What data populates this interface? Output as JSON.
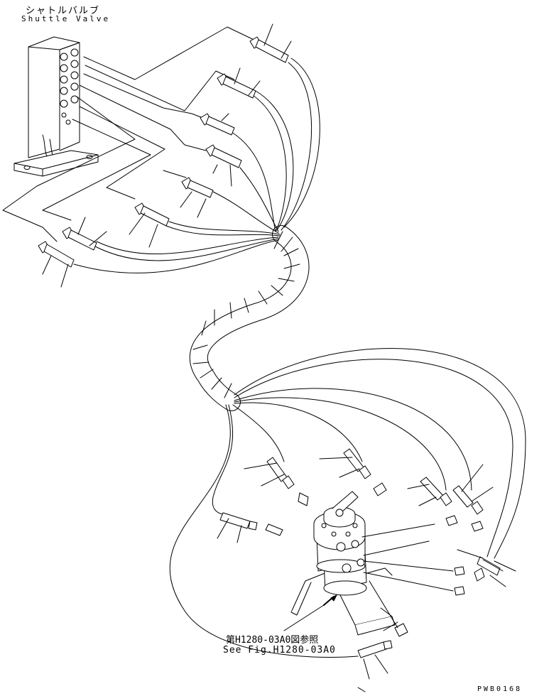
{
  "labels": {
    "title_jp": "シャトルバルブ",
    "title_en": "Shuttle Valve",
    "ref_jp": "第H1280-03A0図参照",
    "ref_en": "See Fig.H1280-03A0",
    "drawing_code": "PWB0168"
  },
  "colors": {
    "line": "#000000",
    "background": "#ffffff"
  }
}
